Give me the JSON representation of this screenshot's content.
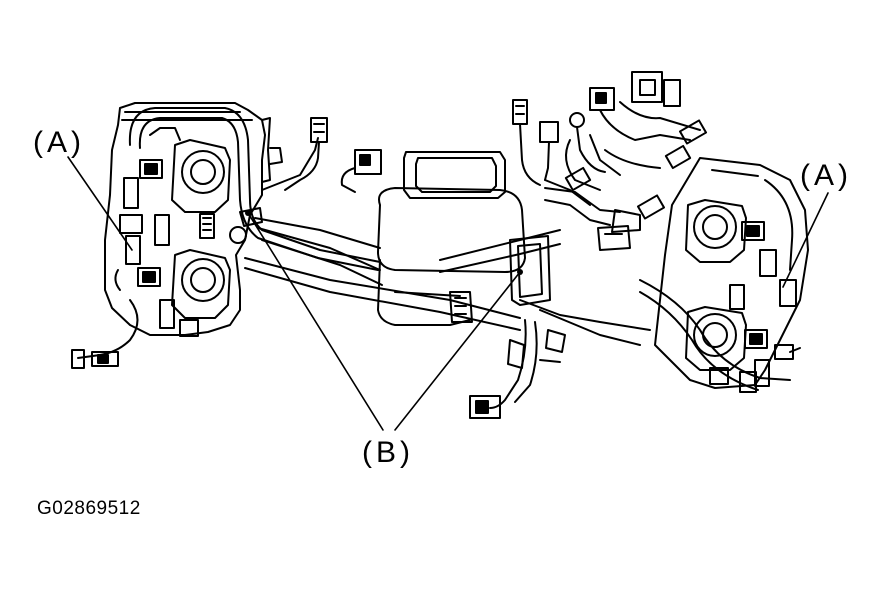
{
  "figure": {
    "figure_id": "G02869512",
    "callouts": {
      "a_left": "(A)",
      "a_right": "(A)",
      "b": "(B)"
    },
    "colors": {
      "line": "#000000",
      "background": "#ffffff"
    }
  }
}
